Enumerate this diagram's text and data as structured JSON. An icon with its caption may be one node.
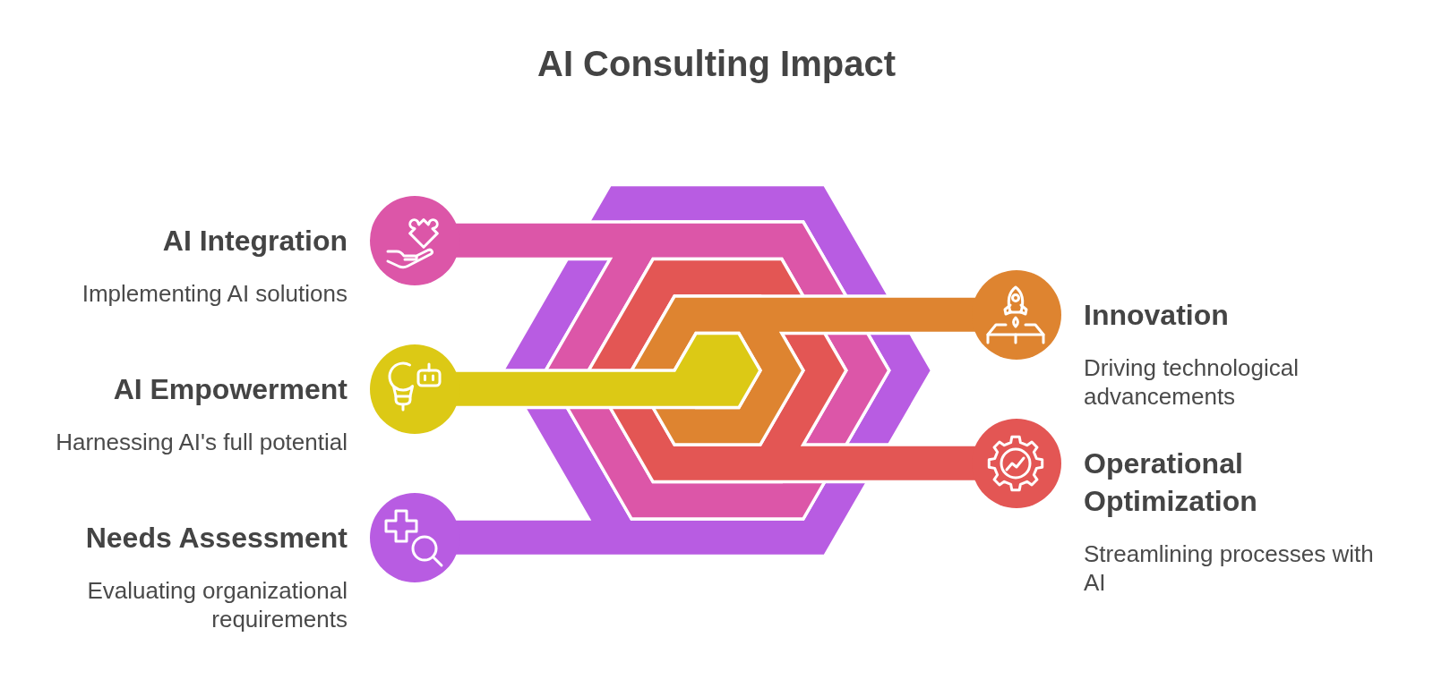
{
  "diagram": {
    "title": "AI Consulting Impact",
    "nodes": [
      {
        "text": [
          "AI Integration",
          "Implementing AI solutions"
        ]
      },
      {
        "text": [
          "Innovation",
          "Driving technological advancements"
        ]
      },
      {
        "text": [
          "AI Empowerment",
          "Harnessing AI's full potential"
        ]
      },
      {
        "text": [
          "Operational Optimization",
          "Streamlining processes with AI"
        ]
      },
      {
        "text": [
          "Needs Assessment",
          "Evaluating organizational requirements"
        ]
      }
    ]
  }
}
